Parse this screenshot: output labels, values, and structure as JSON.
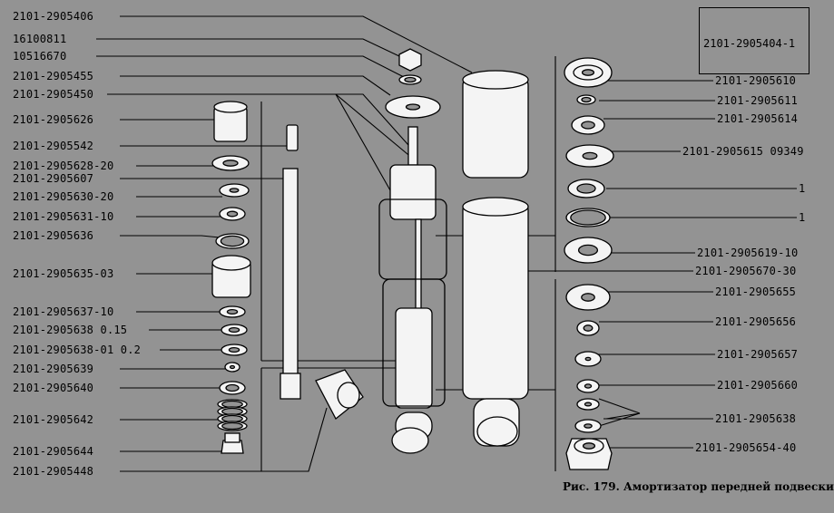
{
  "left_labels": [
    "2101-2905406",
    "16100811",
    "10516670",
    "2101-2905455",
    "2101-2905450",
    "2101-2905626",
    "2101-2905542",
    "2101-2905628-20",
    "2101-2905607",
    "2101-2905630-20",
    "2101-2905631-10",
    "2101-2905636",
    "2101-2905635-03",
    "2101-2905637-10",
    "2101-2905638 0.15",
    "2101-2905638-01 0.2",
    "2101-2905639",
    "2101-2905640",
    "2101-2905642",
    "2101-2905644",
    "2101-2905448"
  ],
  "right_labels": [
    "2101-2905610",
    "2101-2905611",
    "2101-2905614",
    "2101-2905615  09349",
    "1",
    "1",
    "2101-2905619-10",
    "2101-2905670-30",
    "2101-2905655",
    "2101-2905656",
    "2101-2905657",
    "2101-2905660",
    "2101-2905638",
    "2101-2905654-40"
  ],
  "box_label": "2101-2905404-1",
  "caption": "Рис. 179. Амортизатор передней подвески",
  "colors": {
    "background": "#939393",
    "ink": "#000000",
    "paper": "#f2f2f2"
  }
}
